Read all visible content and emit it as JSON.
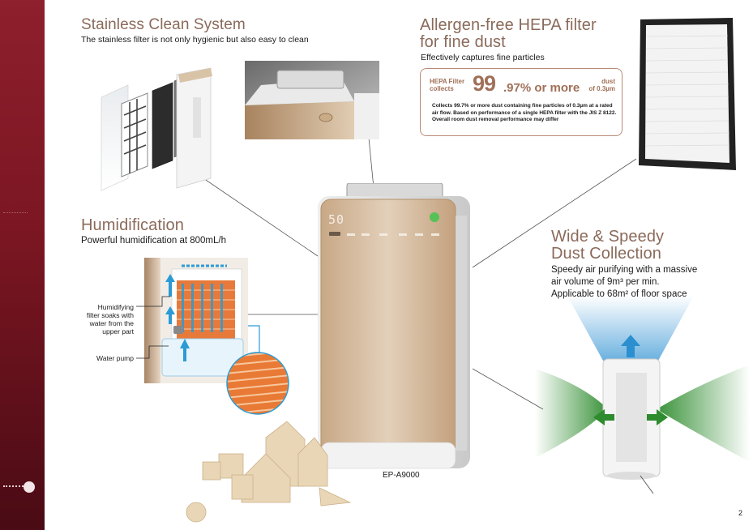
{
  "sections": {
    "stainless": {
      "title": "Stainless Clean System",
      "subtitle": "The stainless filter is not only hygienic but also easy to clean"
    },
    "hepa": {
      "title_line1": "Allergen-free HEPA filter",
      "title_line2": "for fine dust",
      "subtitle": "Effectively captures fine particles",
      "badge": {
        "lead_line1": "HEPA Filter",
        "lead_line2": "collects",
        "percent_big": "99",
        "percent_small": ".97% or more",
        "dust_line1": "dust",
        "dust_line2": "of 0.3µm",
        "note": "Collects 99.7% or more dust containing fine particles of 0.3µm at a rated air flow. Based on performance of a single HEPA filter with the JIS Z 8122. Overall room dust removal performance may differ"
      }
    },
    "humidification": {
      "title": "Humidification",
      "subtitle": "Powerful humidification at 800mL/h",
      "annotation_filter_1": "Humidifying",
      "annotation_filter_2": "filter soaks with",
      "annotation_filter_3": "water from the",
      "annotation_filter_4": "upper part",
      "annotation_pump": "Water pump"
    },
    "speedy": {
      "title_line1": "Wide & Speedy",
      "title_line2": "Dust Collection",
      "desc_line1": "Speedy air purifying with a massive",
      "desc_line2": "air volume of 9m³ per min.",
      "desc_line3": "Applicable to 68m² of floor space"
    }
  },
  "product": {
    "display_value": "50",
    "model": "EP-A9000"
  },
  "page_number": "2",
  "colors": {
    "sidebar": "#7a1622",
    "heading": "#8a6a5a",
    "accent": "#a07058",
    "airflow_green": "#2e8b2e",
    "airflow_blue": "#5aa8dc",
    "device_gold": "#d8c2a8"
  }
}
